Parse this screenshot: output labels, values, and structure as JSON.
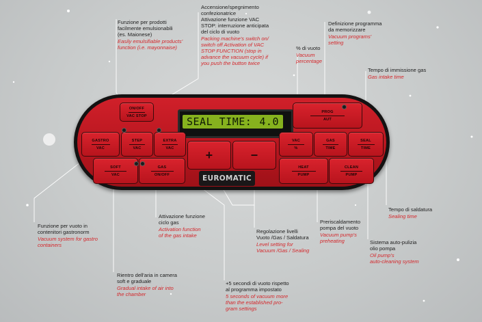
{
  "display": {
    "label": "SEAL TIME:",
    "value": "4.0"
  },
  "logo": "EUROMATIC",
  "buttons": {
    "onoff": {
      "top": "ON/OFF",
      "bottom": "VAC STOP"
    },
    "step": {
      "top": "STEP",
      "bottom": "VAC"
    },
    "gastro": {
      "top": "GASTRO",
      "bottom": "VAC"
    },
    "extra": {
      "top": "EXTRA",
      "bottom": "VAC"
    },
    "soft": {
      "top": "SOFT",
      "bottom": "VAC"
    },
    "gas": {
      "top": "GAS",
      "bottom": "ON/OFF"
    },
    "plus": "+",
    "minus": "−",
    "prog": {
      "top": "PROG",
      "bottom": "AUT"
    },
    "vacpct": {
      "top": "VAC",
      "bottom": "%"
    },
    "gastime": {
      "top": "GAS",
      "bottom": "TIME"
    },
    "sealtime": {
      "top": "SEAL",
      "bottom": "TIME"
    },
    "heat": {
      "top": "HEAT",
      "bottom": "PUMP"
    },
    "clean": {
      "top": "CLEAN",
      "bottom": "PUMP"
    }
  },
  "annotations": {
    "emulsion": {
      "it": "Funzione per prodotti\nfacilmente emulsionabili\n(es. Maionese)",
      "en": "Easily emulsifiable products'\nfunction (i.e. mayonnaise)"
    },
    "onoff": {
      "it": "Accensione/spegnimento\nconfezionatrice\nAttivazione funzione VAC\nSTOP: interruzione anticipata\ndel ciclo di vuoto",
      "en": "Packing machine's switch on/\nswitch off Activation of VAC\nSTOP FUNCTION (stop in\nadvance the vacuum cycle) if\nyou push the button twice"
    },
    "vacpct": {
      "it": "% di vuoto",
      "en": "Vacuum\npercentage"
    },
    "prog": {
      "it": "Definizione programma\nda memorizzare",
      "en": "Vacuum programs'\nsetting"
    },
    "gastime": {
      "it": "Tempo di immissione gas",
      "en": "Gas intake time"
    },
    "gastro": {
      "it": "Funzione per vuoto in\ncontenitori gastronorm",
      "en": "Vacuum system for gastro\ncontainers"
    },
    "gas": {
      "it": "Attivazione funzione\nciclo gas",
      "en": "Activation function\nof the gas intake"
    },
    "soft": {
      "it": "Rientro dell'aria in camera\nsoft e graduale",
      "en": "Gradual intake of air into\nthe chamber"
    },
    "extra": {
      "it": "+5 secondi di vuoto rispetto\nal programma impostato",
      "en": "5 seconds of vacuum more\nthan the established pro-\ngram settings"
    },
    "level": {
      "it": "Regolazione livelli\nVuoto /Gas / Saldatura",
      "en": "Level setting for\nVacuum /Gas / Sealing"
    },
    "heat": {
      "it": "Preriscaldamento\npompa del vuoto",
      "en": "Vacuum pump's\npreheating"
    },
    "clean": {
      "it": "Sistema auto-pulizia\nolio pompa",
      "en": "Oil pump's\nauto-cleaning system"
    },
    "seal": {
      "it": "Tempo di saldatura",
      "en": "Sealing time"
    }
  },
  "colors": {
    "panel": "#c41a24",
    "lcd": "#86b21e",
    "annotation_en": "#d4272b"
  }
}
